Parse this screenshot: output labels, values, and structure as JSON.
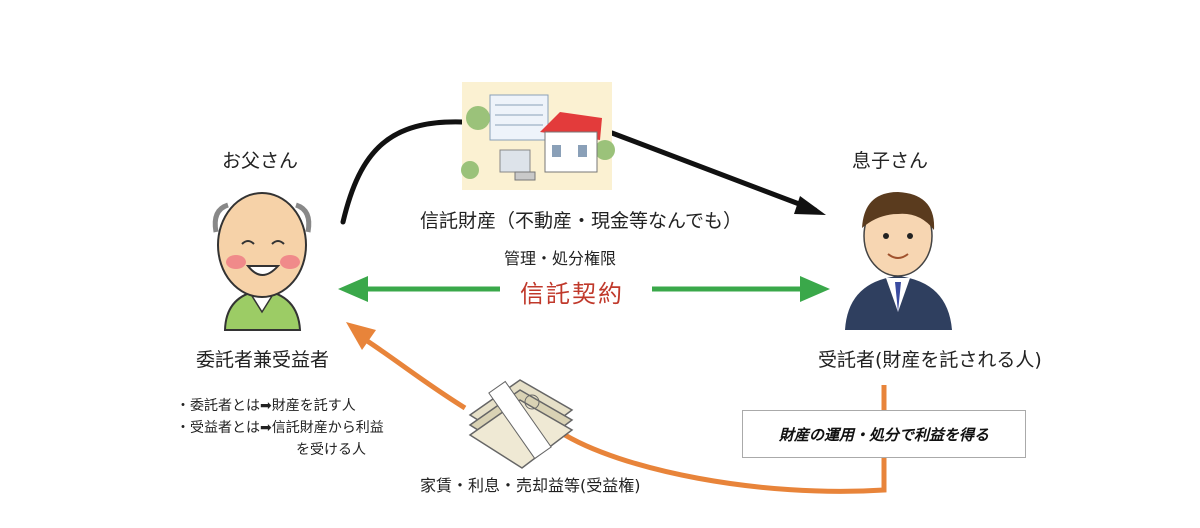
{
  "father": {
    "name": "お父さん",
    "role": "委託者兼受益者"
  },
  "son": {
    "name": "息子さん",
    "role": "受託者(財産を託される人)"
  },
  "trust_property": {
    "label": "信託財産（不動産・現金等なんでも）"
  },
  "authority": {
    "label": "管理・処分権限"
  },
  "contract": {
    "label": "信託契約"
  },
  "notes": {
    "line1": "・委託者とは➡財産を託す人",
    "line2": "・受益者とは➡信託財産から利益",
    "line3": "を受ける人"
  },
  "profit": {
    "label": "財産の運用・処分で利益を得る"
  },
  "beneficiary_rights": {
    "label": "家賃・利息・売却益等(受益権)"
  },
  "colors": {
    "green_arrow": "#3aa84a",
    "orange_arrow": "#e8843a",
    "black_arrow": "#111111",
    "contract_text": "#c0392b"
  }
}
